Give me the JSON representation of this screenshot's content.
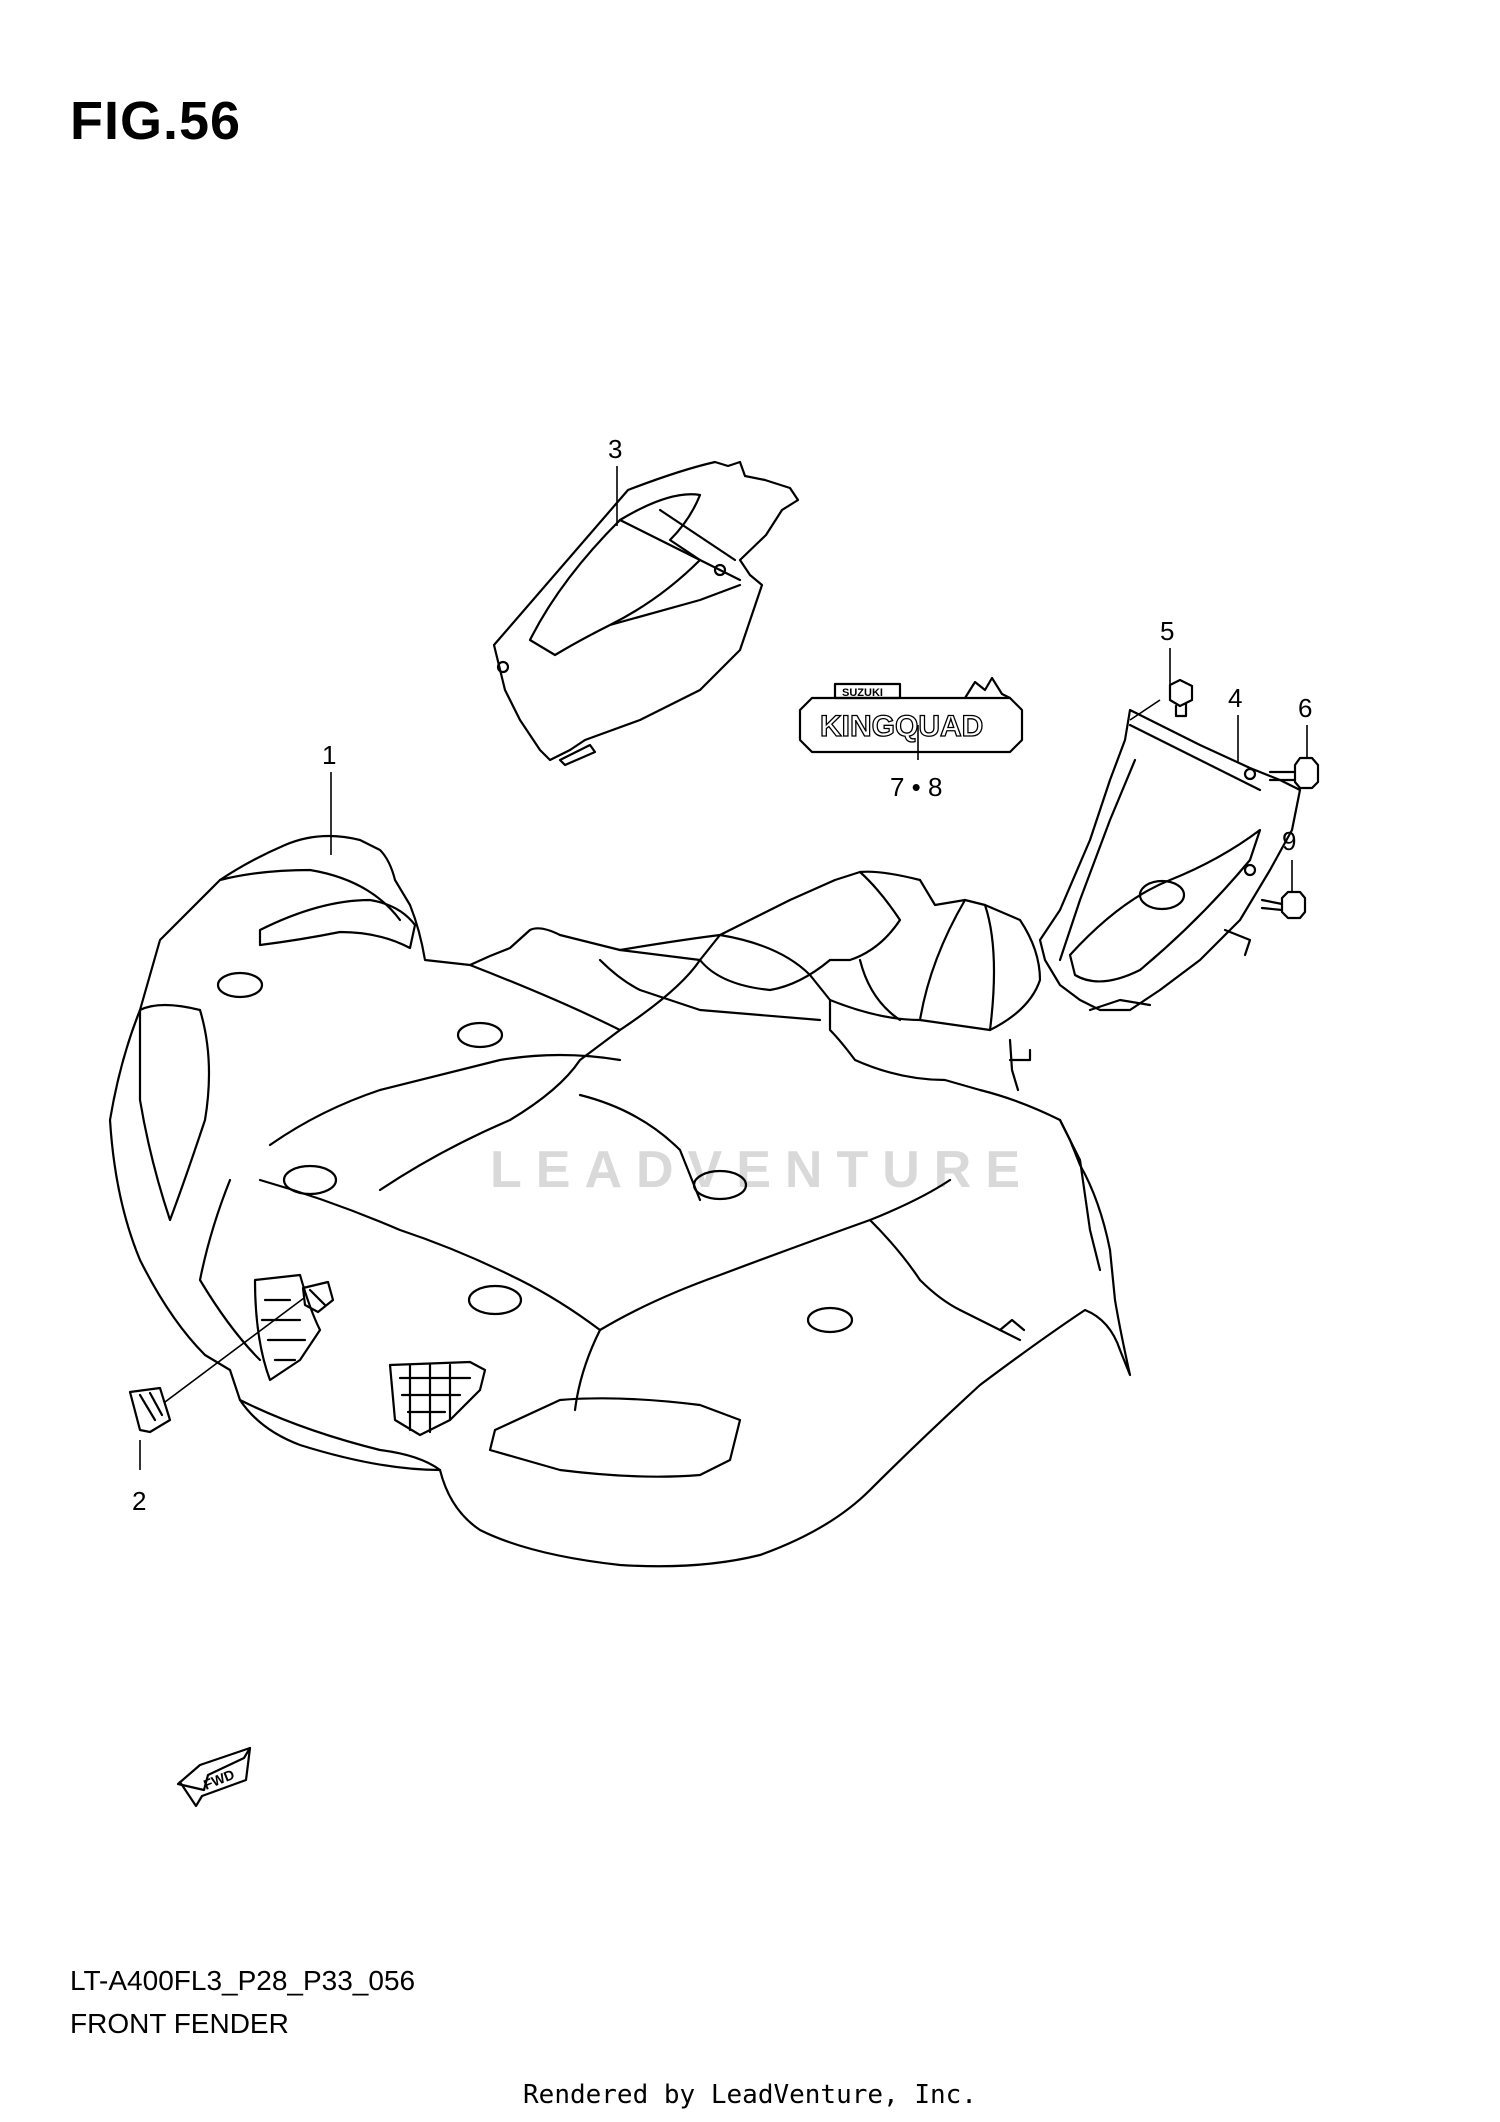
{
  "figure": {
    "title": "FIG.56"
  },
  "footer": {
    "model_code": "LT-A400FL3_P28_P33_056",
    "section_name": "FRONT FENDER",
    "credit": "Rendered by LeadVenture, Inc."
  },
  "watermark": {
    "text": "LEADVENTURE"
  },
  "callouts": [
    {
      "id": "c1",
      "label": "1"
    },
    {
      "id": "c2",
      "label": "2"
    },
    {
      "id": "c3",
      "label": "3"
    },
    {
      "id": "c4",
      "label": "4"
    },
    {
      "id": "c5",
      "label": "5"
    },
    {
      "id": "c6",
      "label": "6"
    },
    {
      "id": "c78",
      "label": "7 • 8"
    },
    {
      "id": "c9",
      "label": "9"
    }
  ],
  "decal": {
    "brand_small": "SUZUKI",
    "brand_large": "KINGQUAD"
  },
  "direction_marker": {
    "text": "FWD"
  }
}
